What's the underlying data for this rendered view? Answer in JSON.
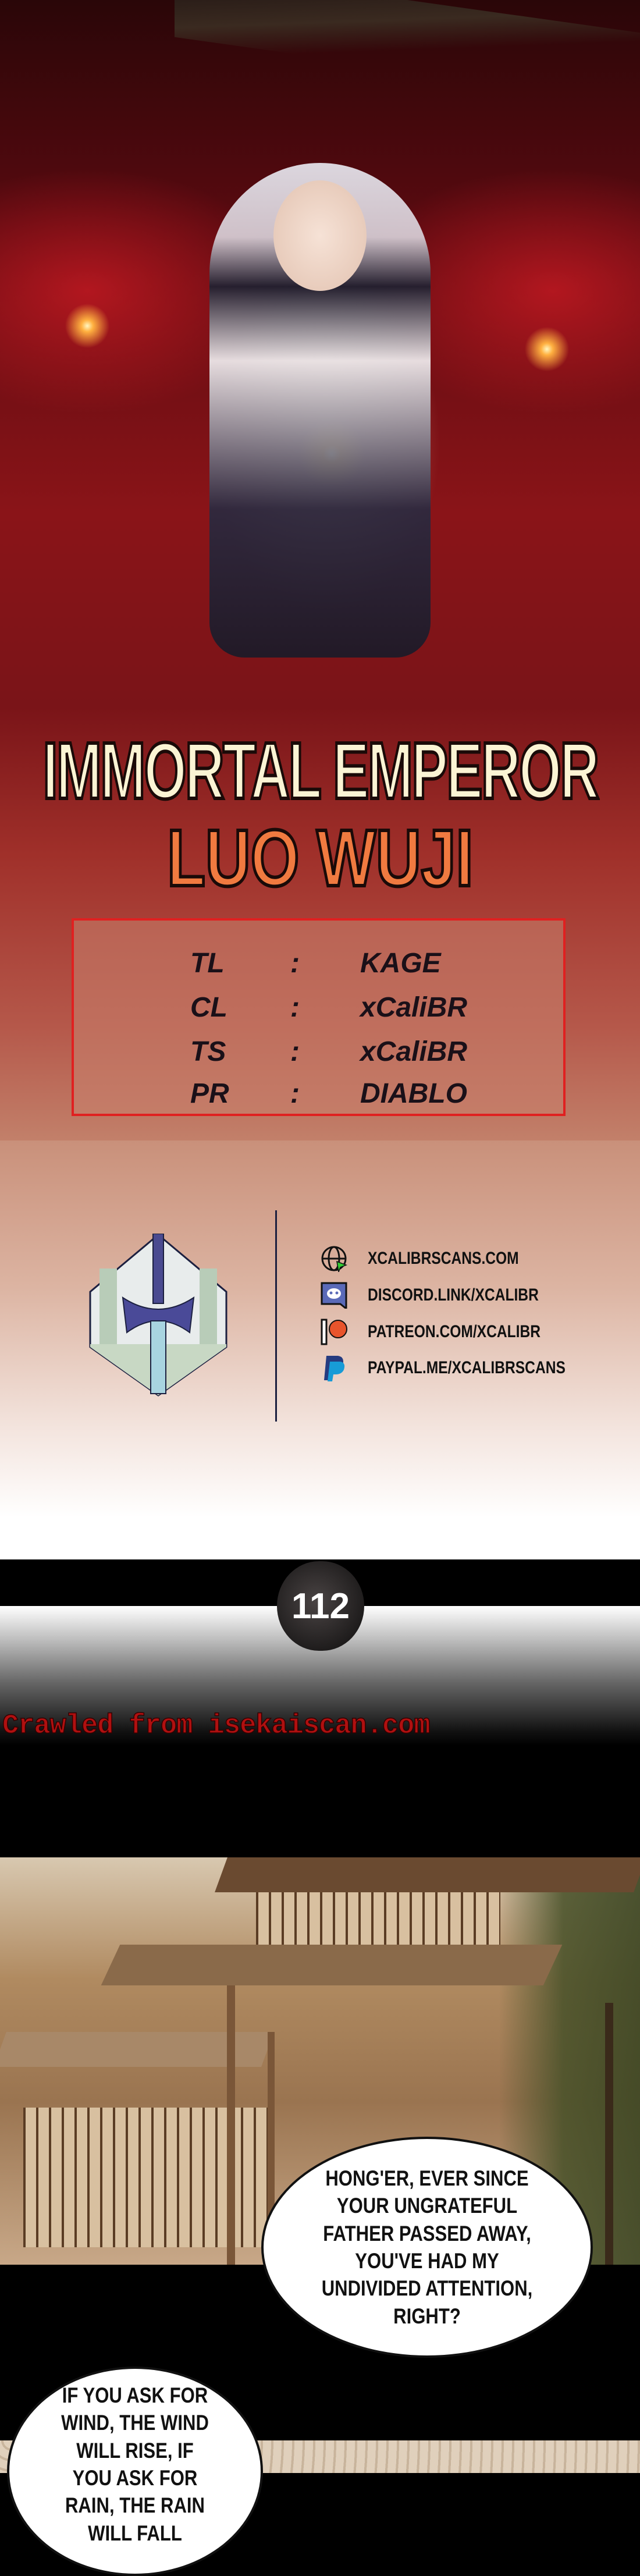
{
  "cover": {
    "title_line1": "IMMORTAL EMPEROR",
    "title_line2": "LUO WUJI"
  },
  "credits": [
    {
      "role": "TL",
      "sep": ":",
      "name": "KAGE"
    },
    {
      "role": "CL",
      "sep": ":",
      "name": "xCaliBR"
    },
    {
      "role": "TS",
      "sep": ":",
      "name": "xCaliBR"
    },
    {
      "role": "PR",
      "sep": ":",
      "name": "DIABLO"
    }
  ],
  "links": [
    {
      "icon": "globe-icon",
      "text": "XCALIBRSCANS.COM"
    },
    {
      "icon": "discord-icon",
      "text": "DISCORD.LINK/XCALIBR"
    },
    {
      "icon": "patreon-icon",
      "text": "PATREON.COM/XCALIBR"
    },
    {
      "icon": "paypal-icon",
      "text": "PAYPAL.ME/XCALIBRSCANS"
    }
  ],
  "chapter_number": "112",
  "watermark": "Crawled from isekaiscan.com",
  "dialogue": [
    "HONG'ER, EVER SINCE YOUR UNGRATEFUL FATHER PASSED AWAY, YOU'VE HAD MY UNDIVIDED ATTENTION, RIGHT?",
    "IF YOU ASK FOR WIND, THE WIND WILL RISE, IF YOU ASK FOR RAIN, THE RAIN WILL FALL"
  ],
  "colors": {
    "credits_border": "#e02020",
    "watermark": "#b01010",
    "title_accent": "#f07a40"
  }
}
